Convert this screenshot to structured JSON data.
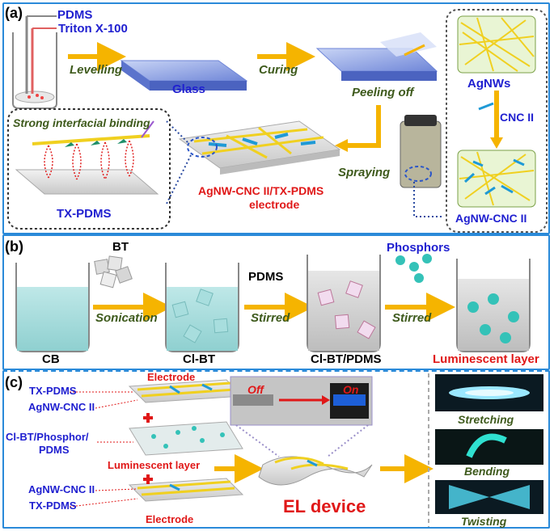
{
  "panel_a": {
    "label": "(a)",
    "pdms": "PDMS",
    "triton": "Triton X-100",
    "levelling": "Levelling",
    "glass": "Glass",
    "curing": "Curing",
    "peeling": "Peeling off",
    "agnws": "AgNWs",
    "cnc": "CNC II",
    "agnw_cnc": "AgNW-CNC II",
    "spraying": "Spraying",
    "binding": "Strong interfacial binding",
    "tx_pdms": "TX-PDMS",
    "electrode_line1": "AgNW-CNC II/TX-PDMS",
    "electrode_line2": "electrode"
  },
  "panel_b": {
    "label": "(b)",
    "bt": "BT",
    "sonication": "Sonication",
    "pdms": "PDMS",
    "stirred1": "Stirred",
    "phosphors": "Phosphors",
    "stirred2": "Stirred",
    "cb": "CB",
    "cl_bt": "Cl-BT",
    "cl_bt_pdms": "Cl-BT/PDMS",
    "luminescent": "Luminescent layer"
  },
  "panel_c": {
    "label": "(c)",
    "electrode_top": "Electrode",
    "tx_pdms_top": "TX-PDMS",
    "agnw_top": "AgNW-CNC II",
    "phosphor_line1": "Cl-BT/Phosphor/",
    "phosphor_line2": "PDMS",
    "lum_layer": "Luminescent layer",
    "agnw_bottom": "AgNW-CNC II",
    "tx_pdms_bottom": "TX-PDMS",
    "electrode_bottom": "Electrode",
    "off": "Off",
    "on": "On",
    "el_device": "EL device",
    "stretching": "Stretching",
    "bending": "Bending",
    "twisting": "Twisting"
  },
  "colors": {
    "frame": "#2a8ad9",
    "arrow": "#f5b400",
    "text_blue": "#2020d0",
    "text_green": "#3e5a1c",
    "text_red": "#e01818",
    "wire_yellow": "#f0d020",
    "cnc_blue": "#1f9ad6"
  }
}
